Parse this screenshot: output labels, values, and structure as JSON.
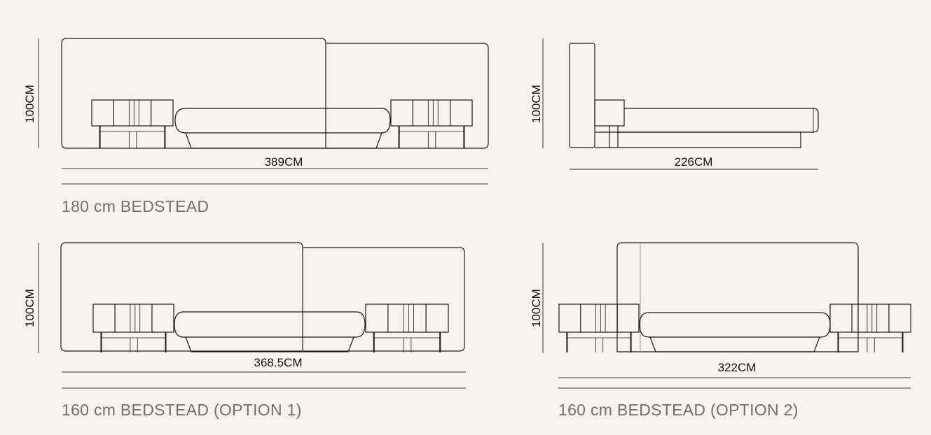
{
  "panels": [
    {
      "height_label": "100CM",
      "width_label": "389CM",
      "caption": "180 cm BEDSTEAD",
      "view": "front"
    },
    {
      "height_label": "100CM",
      "width_label": "226CM",
      "view": "side"
    },
    {
      "height_label": "100CM",
      "width_label": "368.5CM",
      "caption": "160 cm BEDSTEAD (OPTION 1)",
      "view": "front"
    },
    {
      "height_label": "100CM",
      "width_label": "322CM",
      "caption": "160 cm BEDSTEAD (OPTION 2)",
      "view": "front"
    }
  ]
}
